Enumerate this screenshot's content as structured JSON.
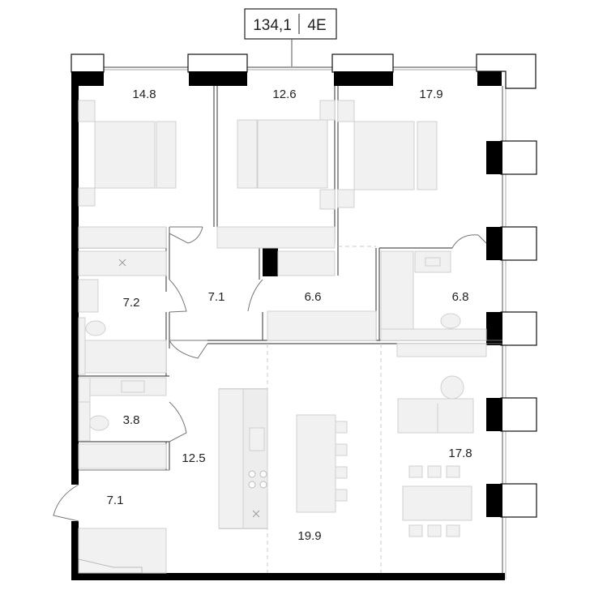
{
  "header": {
    "area": "134,1",
    "layout": "4E"
  },
  "rooms": [
    {
      "id": "bedroom-1",
      "area": "14.8"
    },
    {
      "id": "bedroom-2",
      "area": "12.6"
    },
    {
      "id": "bedroom-3",
      "area": "17.9"
    },
    {
      "id": "bathroom-1",
      "area": "7.2"
    },
    {
      "id": "hall",
      "area": "7.1"
    },
    {
      "id": "dressing-room",
      "area": "6.6"
    },
    {
      "id": "bathroom-2",
      "area": "6.8"
    },
    {
      "id": "wc",
      "area": "3.8"
    },
    {
      "id": "corridor",
      "area": "12.5"
    },
    {
      "id": "entrance",
      "area": "7.1"
    },
    {
      "id": "kitchen",
      "area": "19.9"
    },
    {
      "id": "living-room",
      "area": "17.8"
    }
  ]
}
